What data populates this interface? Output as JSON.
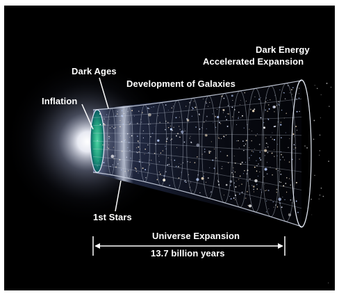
{
  "labels": {
    "dark_energy": "Dark Energy",
    "accelerated_expansion": "Accelerated Expansion",
    "dark_ages": "Dark Ages",
    "development_of_galaxies": "Development of Galaxies",
    "inflation": "Inflation",
    "first_stars": "1st  Stars",
    "universe_expansion": "Universe Expansion",
    "time_span": "13.7 billion years"
  },
  "credit": "·",
  "colors": {
    "background": "#000000",
    "label_text": "#ffffff",
    "grid_lines": "#cfd6e4",
    "cmb_glow": "#2bb38a",
    "inflation_glow": "#ffffff"
  }
}
